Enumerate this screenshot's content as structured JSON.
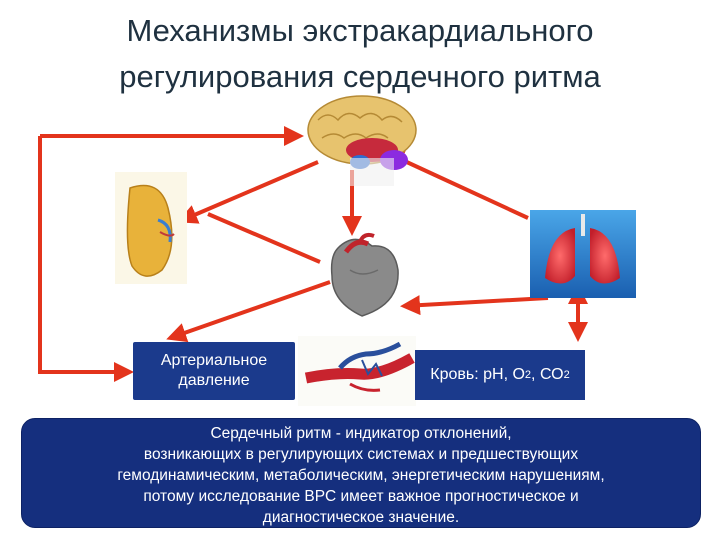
{
  "title": {
    "line1": "Механизмы экстракардиального",
    "line2": "регулирования сердечного ритма"
  },
  "nodes": {
    "brain": "brain-image",
    "adrenal": "adrenal-gland-image",
    "heart": "heart-image",
    "lungs": "lungs-image",
    "vessels": "blood-vessels-image"
  },
  "boxes": {
    "pressure": {
      "line1": "Артериальное",
      "line2": "давление"
    },
    "blood": {
      "prefix": "Кровь: рН, О",
      "sub1": "2",
      "mid": ", СО",
      "sub2": "2"
    }
  },
  "info": {
    "line1": "Сердечный ритм - индикатор отклонений,",
    "line2": "возникающих в регулирующих системах и предшествующих",
    "line3": "гемодинамическим, метаболическим, энергетическим нарушениям,",
    "line4": "потому исследование ВРС имеет важное прогностическое и",
    "line5": "диагностическое значение."
  },
  "colors": {
    "arrow": "#e3341c",
    "box": "#1b3a8c",
    "info_bg": "#152f7e",
    "title": "#1f3140"
  }
}
